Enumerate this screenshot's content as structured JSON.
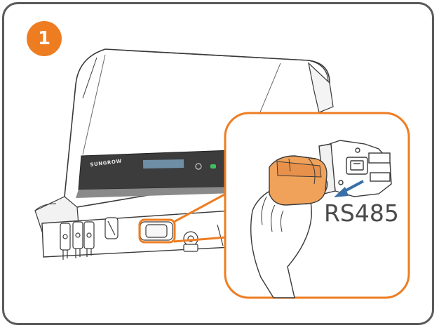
{
  "step": {
    "number": "1"
  },
  "device": {
    "brand": "SUNGROW"
  },
  "detail": {
    "port_label": "RS485"
  },
  "colors": {
    "accent": "#ee7d22",
    "frame": "#5a5a5a",
    "connector": "#f0a25a",
    "arrow": "#3b6fa8"
  },
  "icons": [
    "inverter-illustration",
    "hand-illustration",
    "connector-cap-icon",
    "port-socket-icon",
    "arrow-icon"
  ]
}
